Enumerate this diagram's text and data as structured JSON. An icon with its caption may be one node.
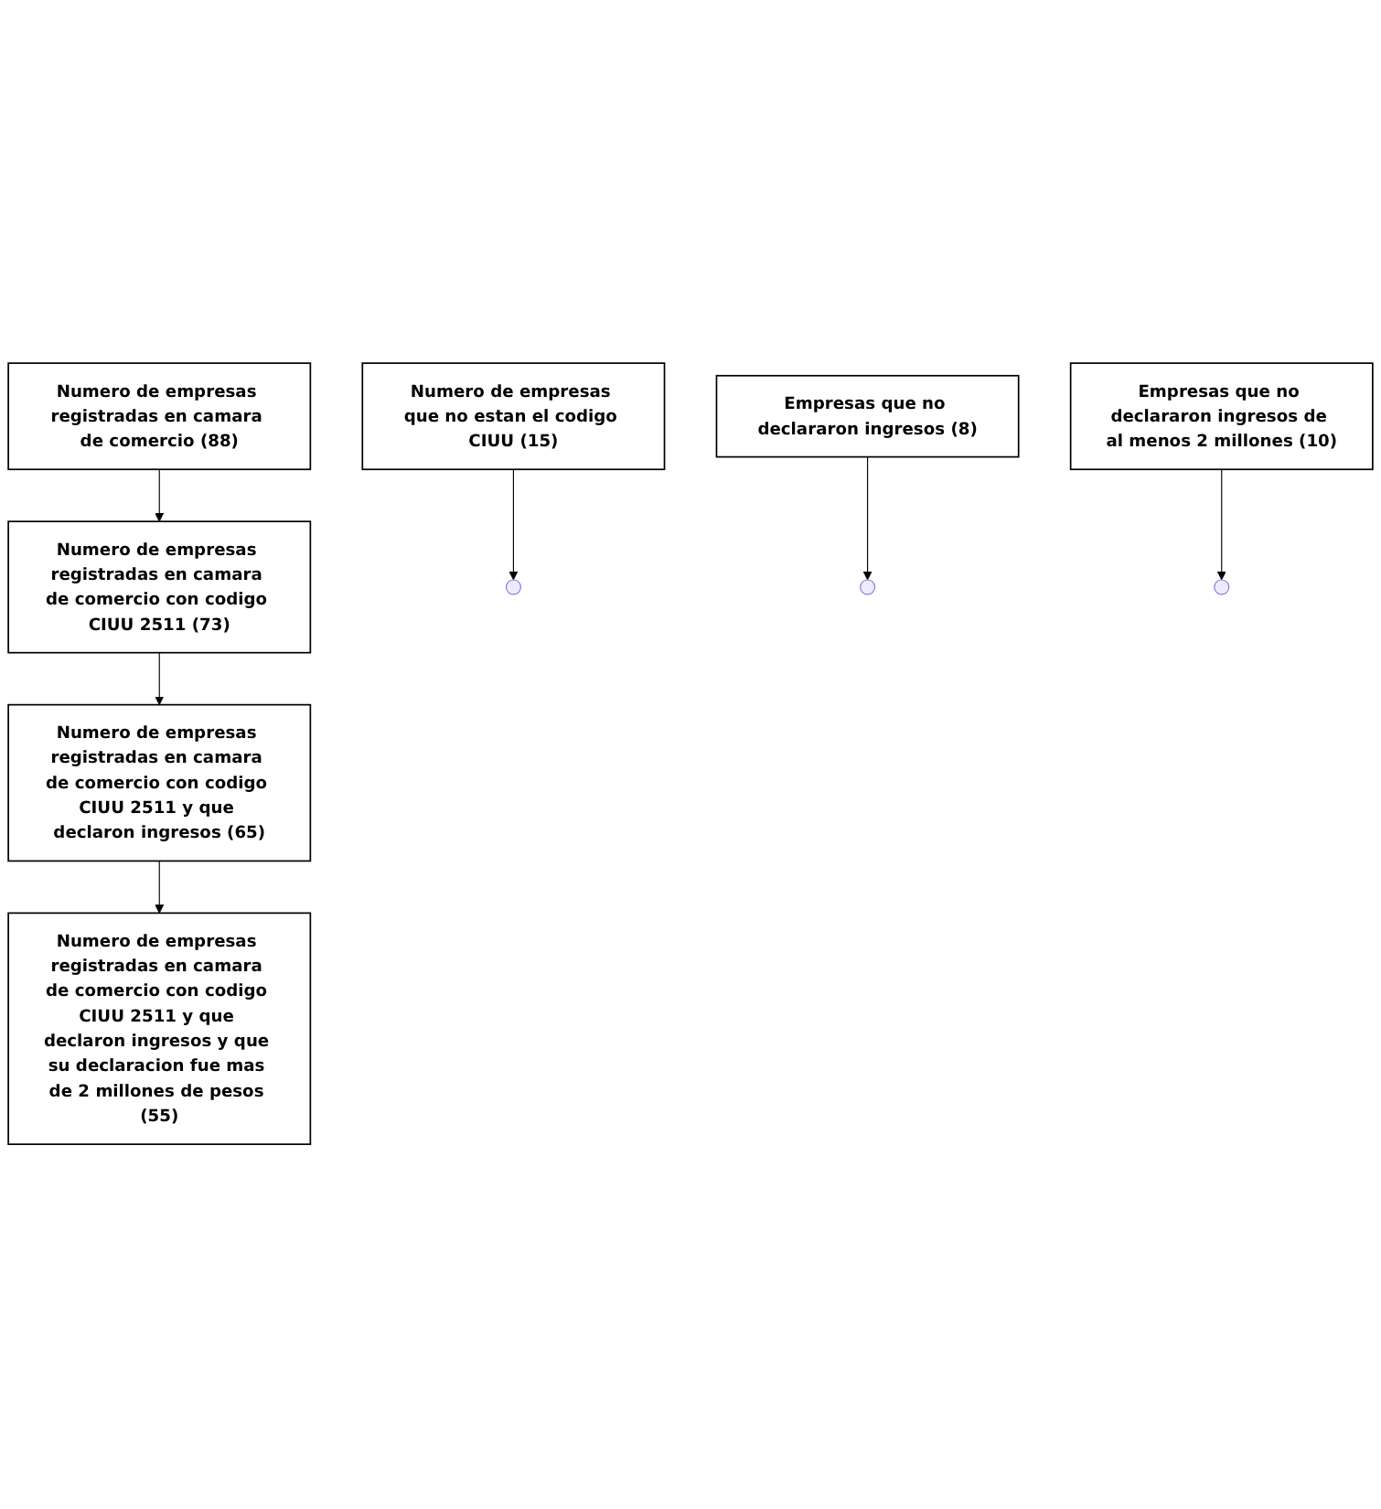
{
  "diagram": {
    "nodes": [
      {
        "text": [
          "Numero de empresas registradas en camara de comercio (88)"
        ]
      },
      {
        "text": [
          "Numero de empresas que no estan el codigo CIUU (15)"
        ]
      },
      {
        "text": [
          "Numero de empresas registradas en camara de comercio con codigo CIUU 2511 (73)"
        ]
      },
      {
        "text": [
          "Empresas que no declararon ingresos (8)"
        ]
      },
      {
        "text": [
          "Numero de empresas registradas en camara de comercio con codigo CIUU 2511 y que declaron ingresos (65)"
        ]
      },
      {
        "text": [
          "Empresas que no declararon ingresos de al menos 2 millones (10)"
        ]
      },
      {
        "text": [
          "Numero de empresas registradas en camara de comercio con codigo CIUU 2511 y que declaron ingresos y que su declaracion fue mas de 2 millones de pesos (55)"
        ]
      }
    ],
    "edges": [
      {
        "from": 0,
        "to": 2,
        "arrow": "to"
      },
      {
        "from": 1,
        "to": null,
        "arrow": "to"
      },
      {
        "from": 2,
        "to": 4,
        "arrow": "to"
      },
      {
        "from": 3,
        "to": null,
        "arrow": "to"
      },
      {
        "from": 4,
        "to": 6,
        "arrow": "to"
      },
      {
        "from": 5,
        "to": null,
        "arrow": "to"
      }
    ]
  }
}
